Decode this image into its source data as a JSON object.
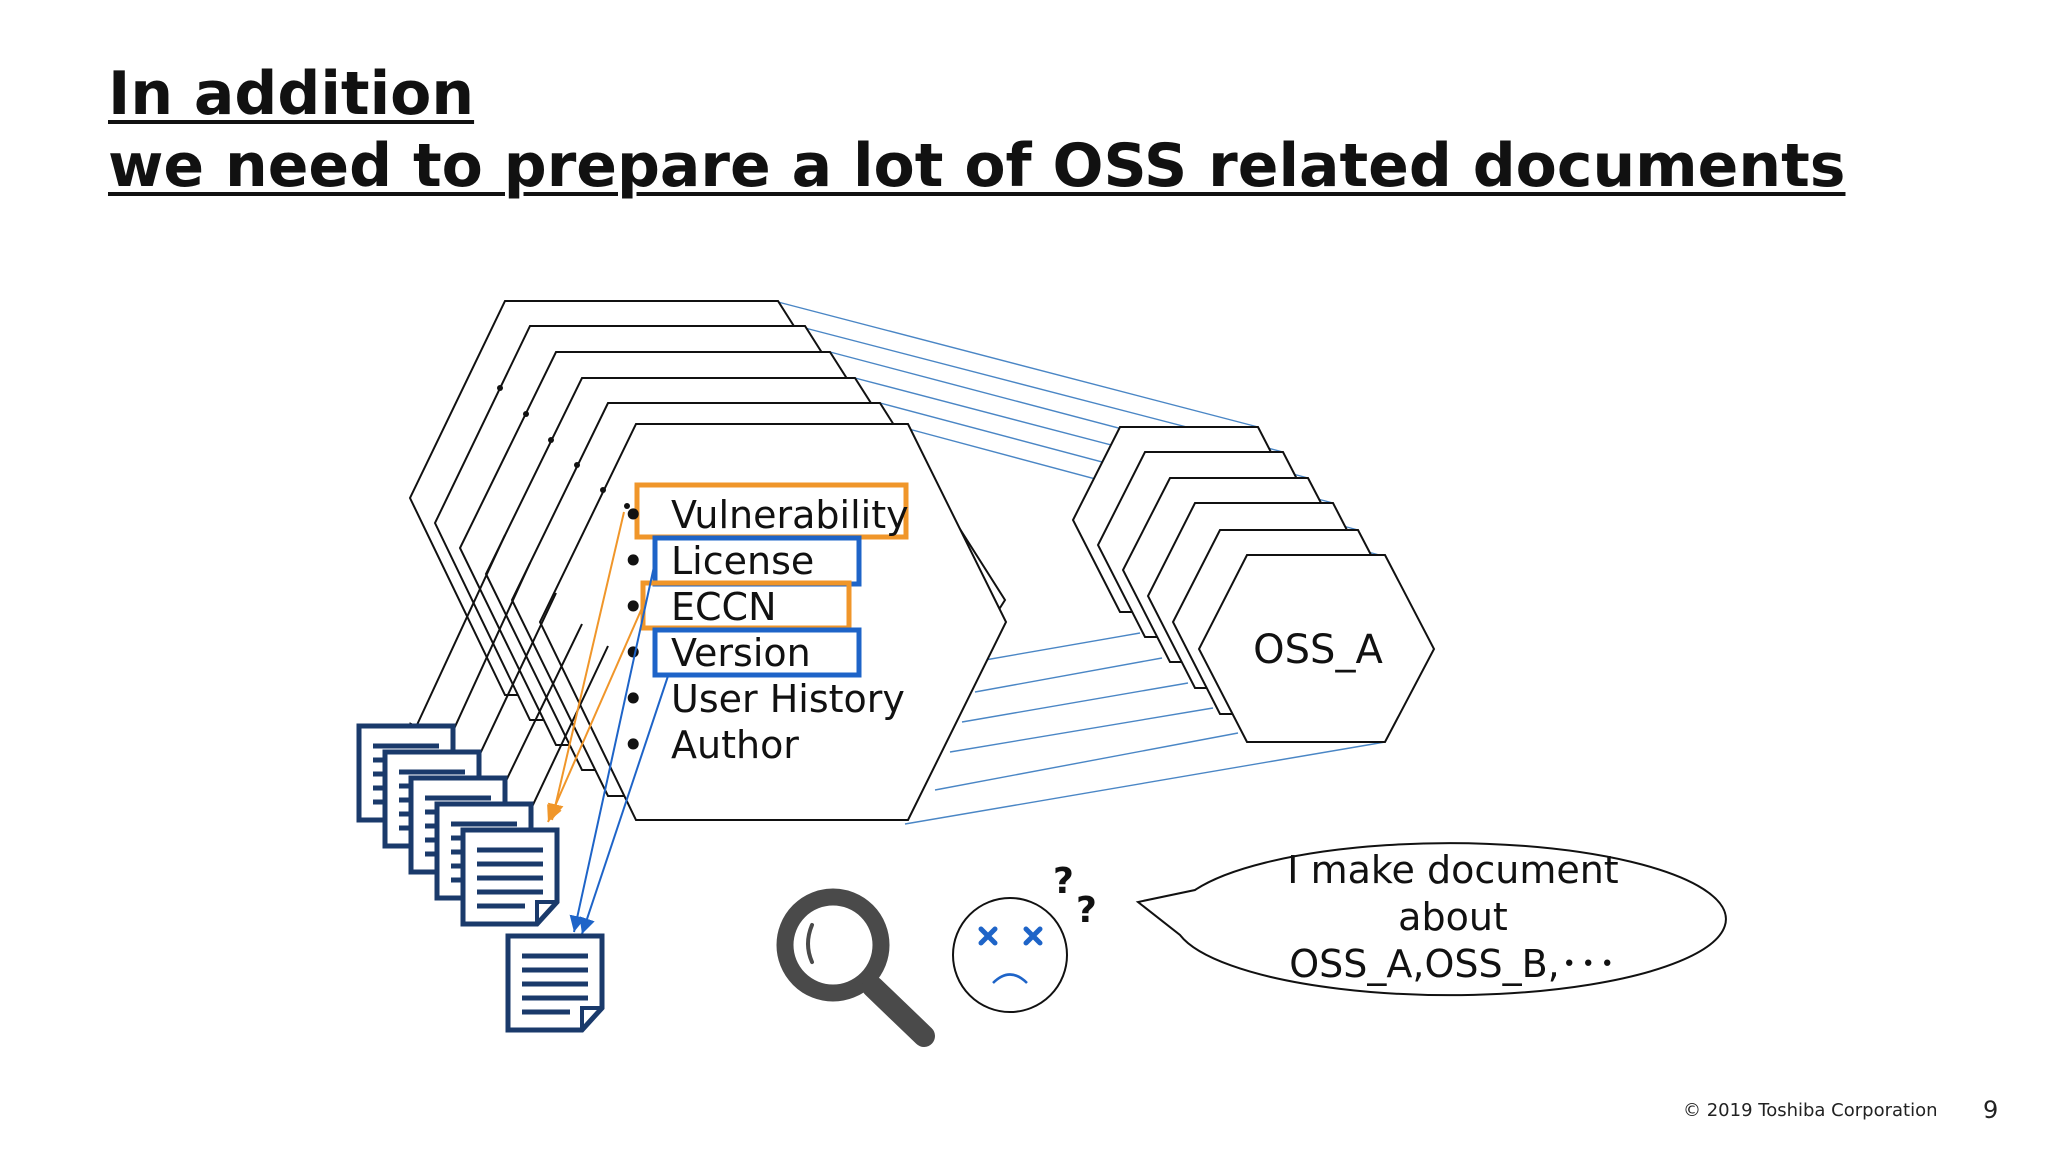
{
  "slide": {
    "title_line1": "In addition",
    "title_line2": "we need to prepare a lot of OSS related documents",
    "copyright": "© 2019 Toshiba Corporation",
    "page_number": "9"
  },
  "document_stack": {
    "bullet_items": [
      {
        "label": "Vulnerability",
        "highlight": "orange"
      },
      {
        "label": "License",
        "highlight": "blue"
      },
      {
        "label": "ECCN",
        "highlight": "orange"
      },
      {
        "label": "Version",
        "highlight": "blue"
      },
      {
        "label": "User History",
        "highlight": "none"
      },
      {
        "label": "Author",
        "highlight": "none"
      }
    ]
  },
  "oss_stack": {
    "label": "OSS_A"
  },
  "speech_bubble": {
    "line1": "I make document",
    "line2": "about",
    "line3": "OSS_A,OSS_B,･･･"
  },
  "confused_face": {
    "question_marks": [
      "?",
      "?"
    ]
  },
  "colors": {
    "orange": "#F0962A",
    "blue": "#1E64C8",
    "connector_blue": "#4A86C5",
    "navy_doc": "#1A3A6B"
  },
  "icons": [
    "document-icon",
    "magnifier-icon",
    "confused-face-icon"
  ]
}
